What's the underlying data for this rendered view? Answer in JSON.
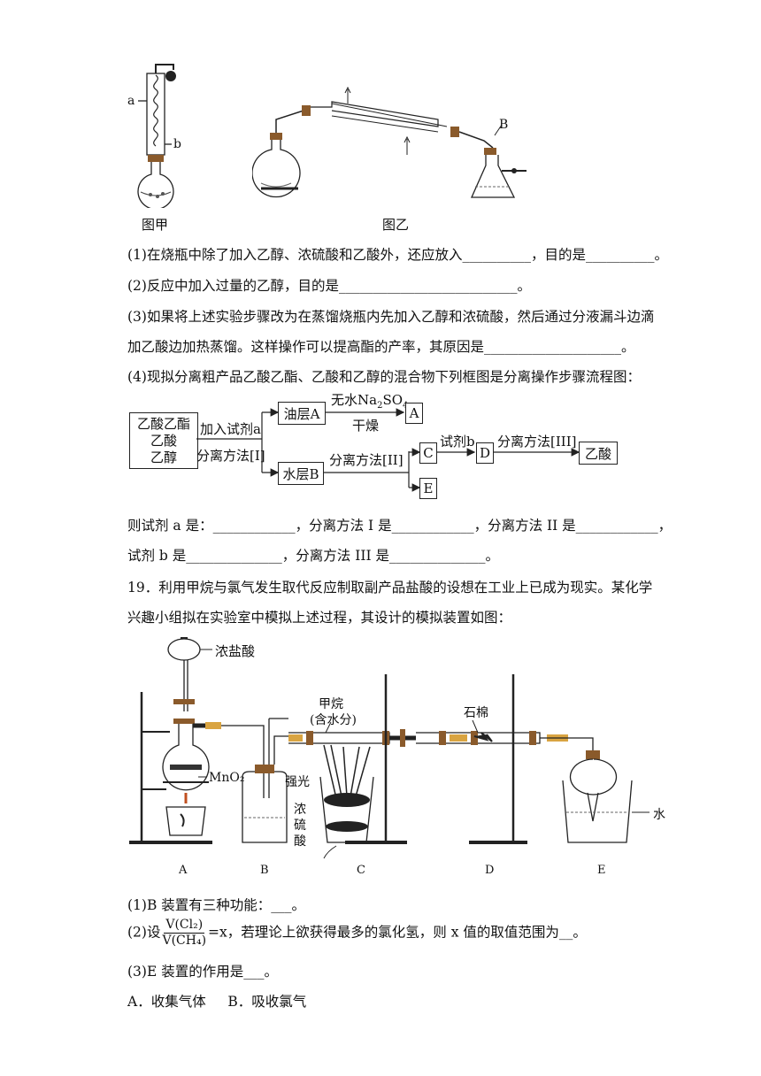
{
  "figures": {
    "fig_jia": {
      "caption": "图甲",
      "label_a": "a",
      "label_b": "b"
    },
    "fig_yi": {
      "caption": "图乙",
      "label_B": "B"
    }
  },
  "q18": {
    "p1": "(1)在烧瓶中除了加入乙醇、浓硫酸和乙酸外，还应放入__________，目的是__________。",
    "p2": "(2)反应中加入过量的乙醇，目的是__________________________。",
    "p3a": "(3)如果将上述实验步骤改为在蒸馏烧瓶内先加入乙醇和浓硫酸，然后通过分液漏斗边滴",
    "p3b": "加乙酸边加热蒸馏。这样操作可以提高酯的产率，其原因是____________________。",
    "p4": "(4)现拟分离粗产品乙酸乙酯、乙酸和乙醇的混合物下列框图是分离操作步骤流程图：",
    "flow": {
      "mixture": [
        "乙酸乙酯",
        "乙酸",
        "乙醇"
      ],
      "add_reagent": "加入试剂a",
      "sep_method_1": "分离方法[I]",
      "oil_layer": "油层A",
      "water_layer": "水层B",
      "drying_agent_prefix": "无水Na",
      "drying_agent_sub1": "2",
      "drying_agent_mid": "SO",
      "drying_agent_sub2": "4",
      "dry": "干燥",
      "box_A": "A",
      "sep_method_2": "分离方法[II]",
      "box_C": "C",
      "reagent_b": "试剂b",
      "box_D": "D",
      "sep_method_3": "分离方法[III]",
      "product": "乙酸",
      "box_E": "E"
    },
    "p5": "则试剂 a 是：____________，分离方法 I 是____________，分离方法 II 是____________，",
    "p6": "试剂 b 是______________，分离方法 III 是______________。"
  },
  "q19": {
    "stem1": "19．利用甲烷与氯气发生取代反应制取副产品盐酸的设想在工业上已成为现实。某化学",
    "stem2": "兴趣小组拟在实验室中模拟上述过程，其设计的模拟装置如图：",
    "apparatus": {
      "conc_hcl": "浓盐酸",
      "methane": "甲烷",
      "with_water": "(含水分)",
      "asbestos": "石棉",
      "mno2": "MnO₂",
      "strong_light": "强光",
      "conc": "浓",
      "sulfuric": "硫",
      "acid": "酸",
      "water": "水",
      "labels": [
        "A",
        "B",
        "C",
        "D",
        "E"
      ]
    },
    "p1": "(1)B 装置有三种功能：___。",
    "p2_prefix": "(2)设",
    "p2_num": "V(Cl₂)",
    "p2_den": "V(CH₄)",
    "p2_suffix": "=x，若理论上欲获得最多的氯化氢，则 x 值的取值范围为__。",
    "p3": "(3)E 装置的作用是___。",
    "options": "A．收集气体     B．吸收氯气"
  }
}
